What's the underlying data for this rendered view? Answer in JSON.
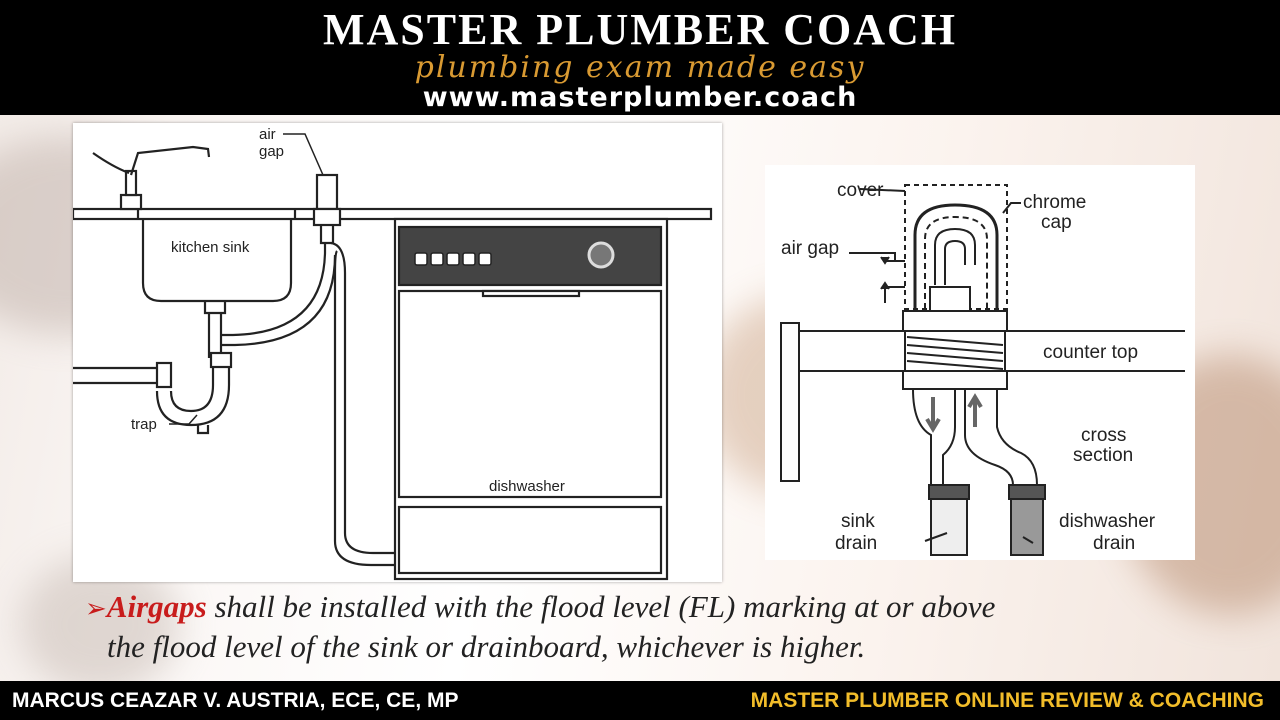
{
  "header": {
    "title": "MASTER PLUMBER COACH",
    "tagline": "plumbing exam made easy",
    "url": "www.masterplumber.coach"
  },
  "left_diagram": {
    "labels": {
      "air_gap_1": "air",
      "air_gap_2": "gap",
      "kitchen_sink": "kitchen sink",
      "trap": "trap",
      "dishwasher": "dishwasher"
    }
  },
  "right_diagram": {
    "labels": {
      "cover": "cover",
      "chrome_1": "chrome",
      "chrome_2": "cap",
      "air_gap": "air gap",
      "counter_top": "counter top",
      "cross_1": "cross",
      "cross_2": "section",
      "sink_drain_1": "sink",
      "sink_drain_2": "drain",
      "dw_drain_1": "dishwasher",
      "dw_drain_2": "drain"
    }
  },
  "note": {
    "bullet": "➢",
    "keyword": "Airgaps",
    "line1": " shall be installed with the flood level (FL) marking at or above",
    "line2": "the flood level of the sink or drainboard, whichever is higher."
  },
  "footer": {
    "author": "MARCUS CEAZAR V. AUSTRIA, ECE, CE, MP",
    "program": "MASTER PLUMBER ONLINE REVIEW & COACHING"
  },
  "colors": {
    "header_bg": "#000000",
    "tagline": "#d99a32",
    "keyword": "#c81c1c",
    "footer_program": "#f2bd2a"
  }
}
